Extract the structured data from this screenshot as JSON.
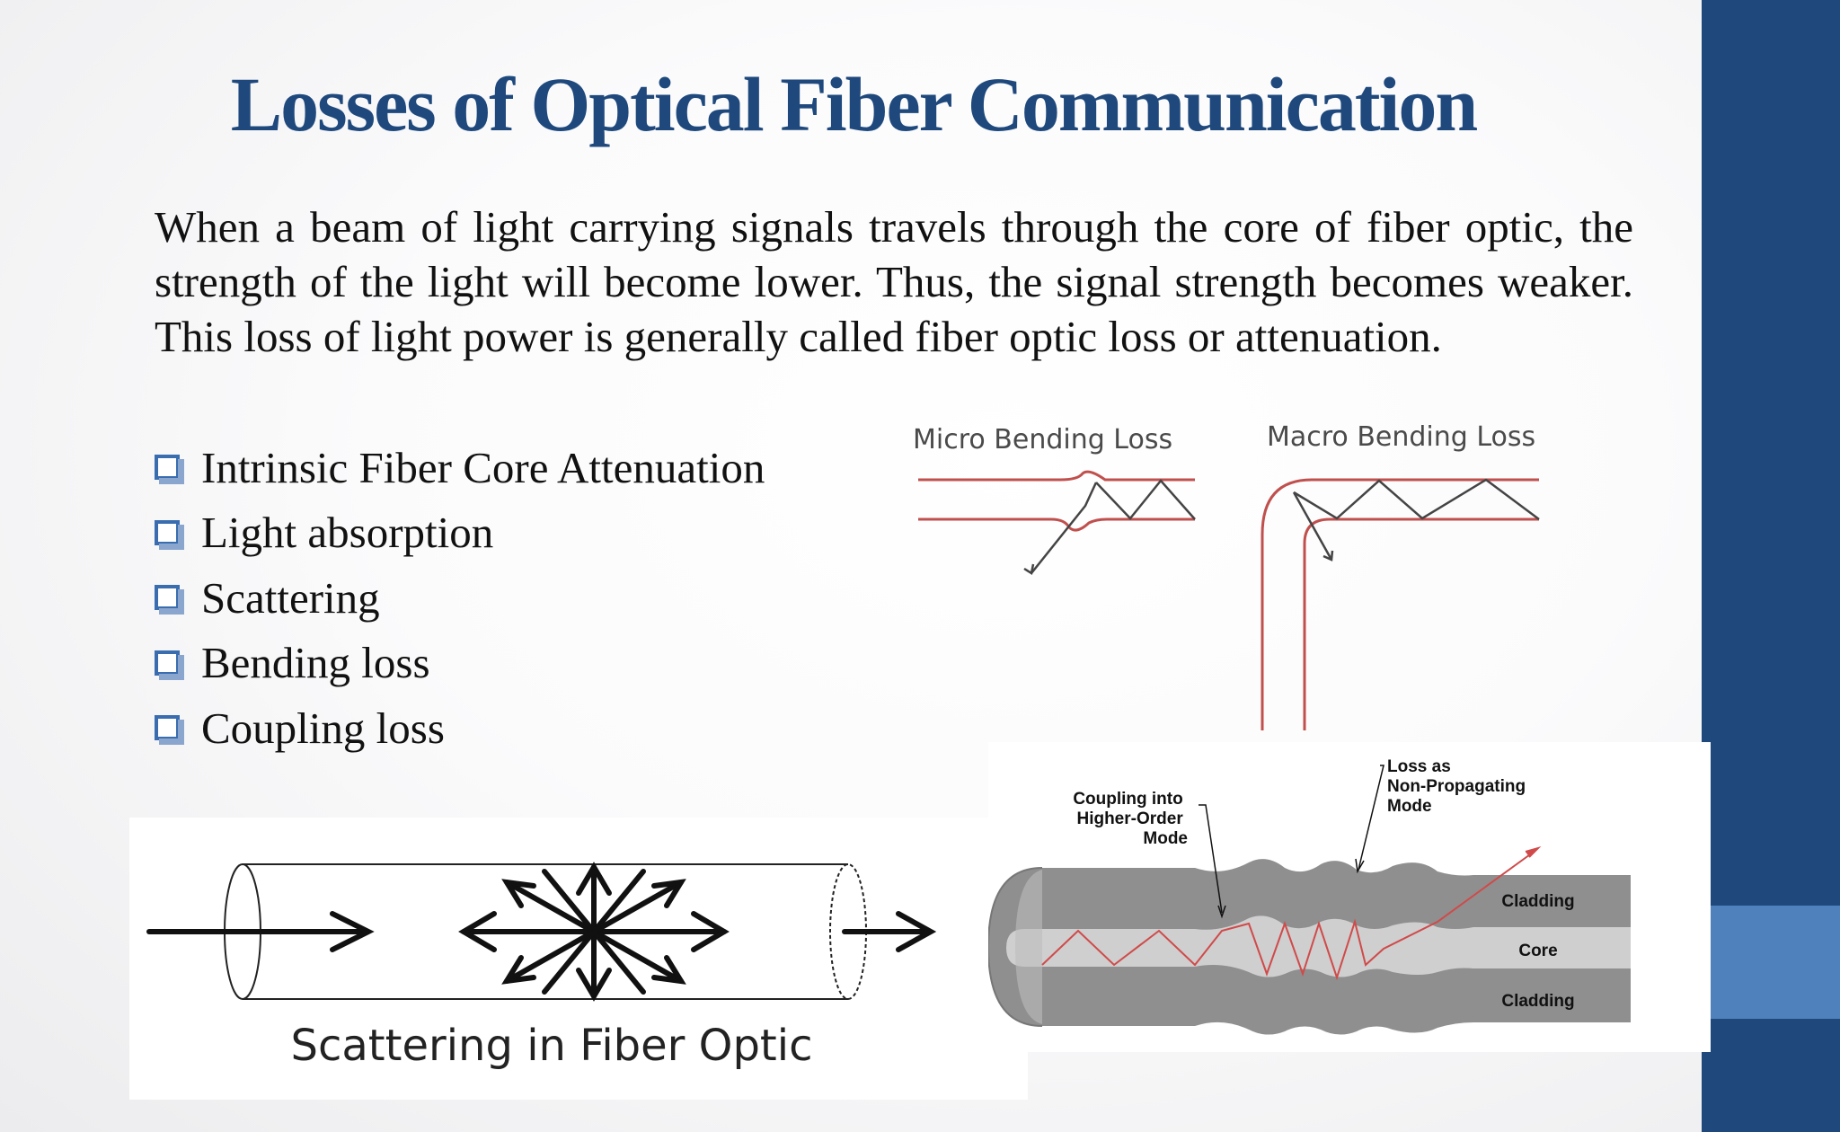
{
  "slide": {
    "title": "Losses of Optical Fiber Communication",
    "intro": "When a beam of light carrying signals travels through the core of fiber optic, the strength of the light will become lower. Thus, the signal strength becomes weaker. This loss of light power is generally called fiber optic loss or attenuation.",
    "bullets": [
      {
        "label": "Intrinsic Fiber Core Attenuation"
      },
      {
        "label": "Light absorption"
      },
      {
        "label": "Scattering"
      },
      {
        "label": "Bending loss"
      },
      {
        "label": "Coupling loss"
      }
    ]
  },
  "figures": {
    "micro_bending_label": "Micro Bending Loss",
    "macro_bending_label": "Macro Bending Loss",
    "scattering_caption": "Scattering in Fiber Optic",
    "coupling": {
      "higher_order_label": [
        "Coupling into",
        "Higher-Order",
        "Mode"
      ],
      "non_propagating_label": [
        "Loss as",
        "Non-Propagating",
        "Mode"
      ],
      "cladding_top": "Cladding",
      "core": "Core",
      "cladding_bottom": "Cladding"
    }
  },
  "colors": {
    "title": "#1f497d",
    "side_bar": "#1f497d",
    "side_accent": "#4f81bd",
    "bullet_box": "#3a6db0",
    "fiber_red": "#d04a4a"
  }
}
